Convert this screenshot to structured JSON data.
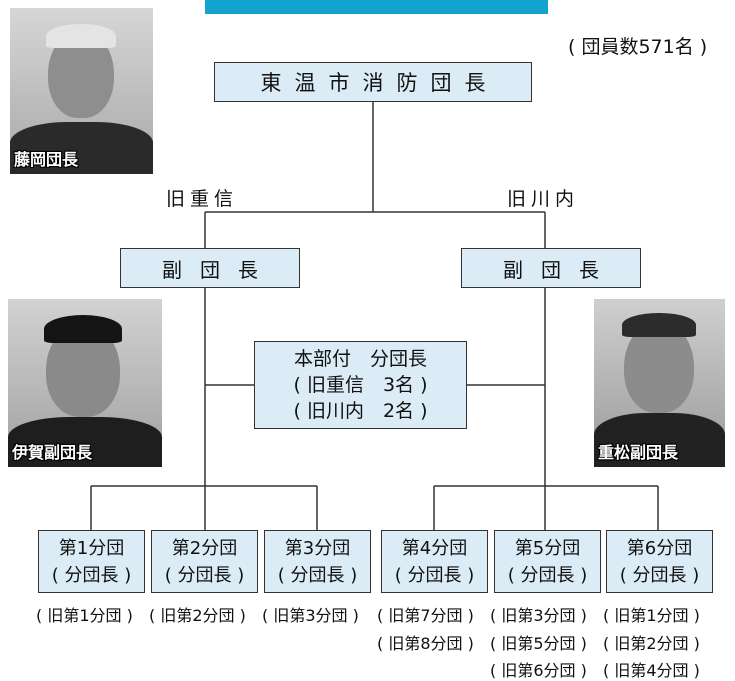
{
  "top_box": "東温市消防団長",
  "member_count": "( 団員数571名 )",
  "branches": {
    "left": "旧重信",
    "right": "旧川内"
  },
  "vice_box": "副団長",
  "hq_box": {
    "line1": "本部付　分団長",
    "line2": "( 旧重信　3名 )",
    "line3": "( 旧川内　2名 )"
  },
  "divisions": [
    {
      "name": "第1分団",
      "sub": "( 分団長 )",
      "old": [
        "( 旧第1分団 )"
      ]
    },
    {
      "name": "第2分団",
      "sub": "( 分団長 )",
      "old": [
        "( 旧第2分団 )"
      ]
    },
    {
      "name": "第3分団",
      "sub": "( 分団長 )",
      "old": [
        "( 旧第3分団 )"
      ]
    },
    {
      "name": "第4分団",
      "sub": "( 分団長 )",
      "old": [
        "( 旧第7分団 )",
        "( 旧第8分団 )"
      ]
    },
    {
      "name": "第5分団",
      "sub": "( 分団長 )",
      "old": [
        "( 旧第3分団 )",
        "( 旧第5分団 )",
        "( 旧第6分団 )"
      ]
    },
    {
      "name": "第6分団",
      "sub": "( 分団長 )",
      "old": [
        "( 旧第1分団 )",
        "( 旧第2分団 )",
        "( 旧第4分団 )"
      ]
    }
  ],
  "photos": {
    "chief": "藤岡団長",
    "vice_left": "伊賀副団長",
    "vice_right": "重松副団長"
  },
  "colors": {
    "header_bar": "#13a3cf",
    "box_fill": "#dcecf7",
    "line": "#333333"
  }
}
